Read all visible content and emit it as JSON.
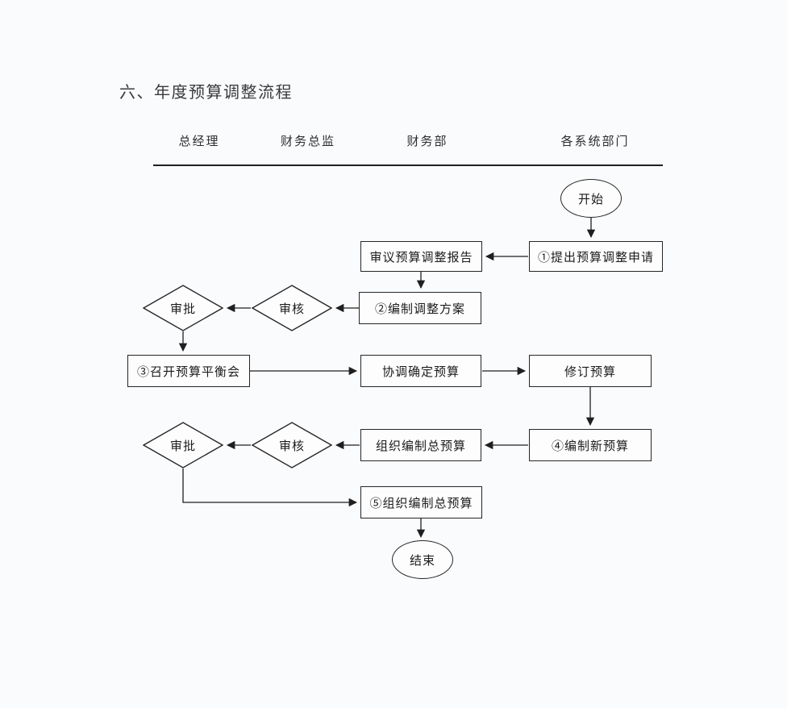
{
  "page": {
    "title": "六、年度预算调整流程",
    "background_color": "#fafbfd",
    "line_color": "#1f1f1f",
    "shape_fill_color": "#fdfdfe"
  },
  "lanes": [
    "总经理",
    "财务总监",
    "财务部",
    "各系统部门"
  ],
  "nodes": {
    "start": {
      "type": "ellipse",
      "label": "开始"
    },
    "step1": {
      "type": "rect",
      "label": "①提出预算调整申请"
    },
    "review_report": {
      "type": "rect",
      "label": "审议预算调整报告"
    },
    "step2": {
      "type": "rect",
      "label": "②编制调整方案"
    },
    "check1": {
      "type": "diamond",
      "label": "审核"
    },
    "approve1": {
      "type": "diamond",
      "label": "审批"
    },
    "step3": {
      "type": "rect",
      "label": "③召开预算平衡会"
    },
    "coordinate": {
      "type": "rect",
      "label": "协调确定预算"
    },
    "revise": {
      "type": "rect",
      "label": "修订预算"
    },
    "step4": {
      "type": "rect",
      "label": "④编制新预算"
    },
    "organize": {
      "type": "rect",
      "label": "组织编制总预算"
    },
    "check2": {
      "type": "diamond",
      "label": "审核"
    },
    "approve2": {
      "type": "diamond",
      "label": "审批"
    },
    "step5": {
      "type": "rect",
      "label": "⑤组织编制总预算"
    },
    "end": {
      "type": "ellipse",
      "label": "结束"
    }
  }
}
